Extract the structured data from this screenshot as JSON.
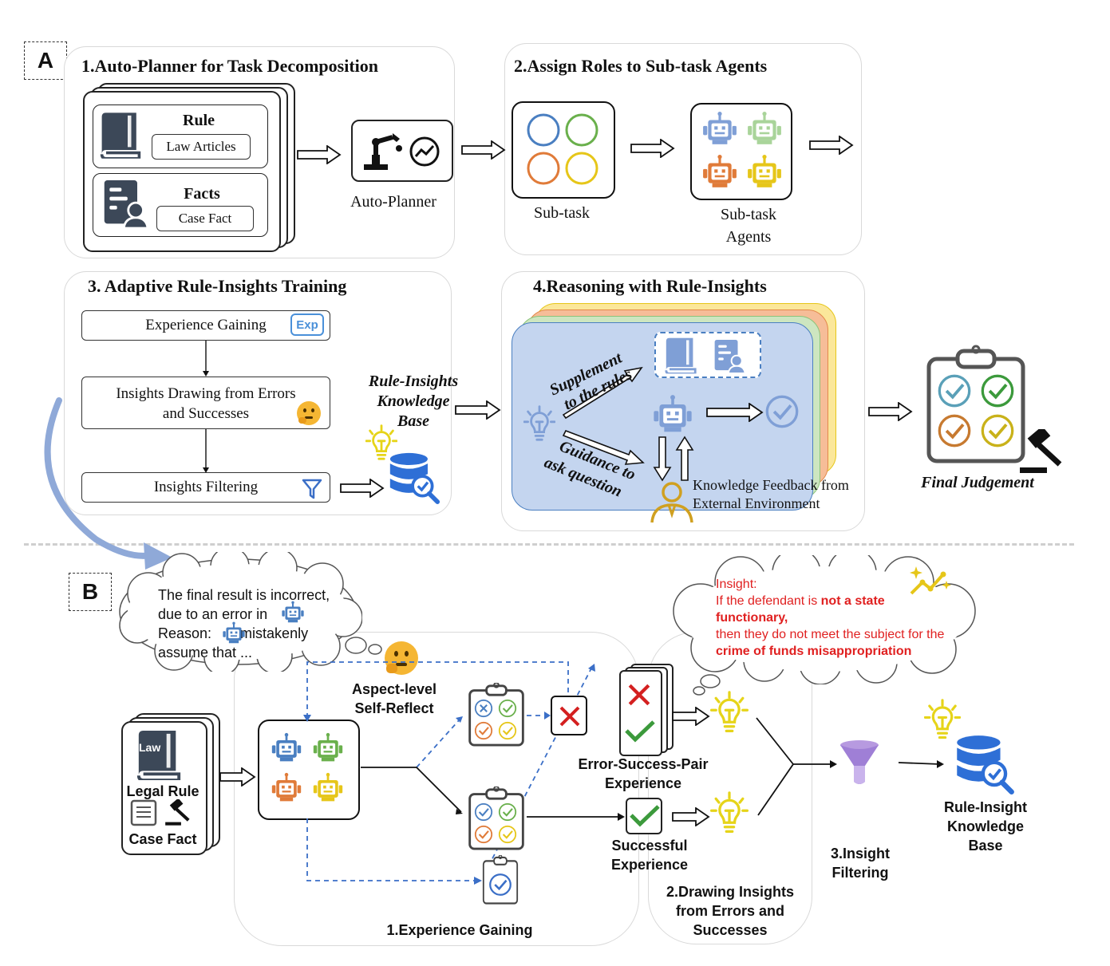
{
  "panel_labels": {
    "a": "A",
    "b": "B"
  },
  "a": {
    "step1": {
      "title": "1.Auto-Planner for Task Decomposition",
      "rule_label": "Rule",
      "law_articles": "Law Articles",
      "facts_label": "Facts",
      "case_fact": "Case Fact",
      "auto_planner": "Auto-Planner"
    },
    "step2": {
      "title": "2.Assign Roles to Sub-task Agents",
      "subtask": "Sub-task",
      "subtask_agents_line1": "Sub-task",
      "subtask_agents_line2": "Agents"
    },
    "step3": {
      "title": "3. Adaptive Rule-Insights Training",
      "experience_gaining": "Experience Gaining",
      "exp_badge": "Exp",
      "insights_drawing_line1": "Insights Drawing from Errors",
      "insights_drawing_line2": "and Successes",
      "insights_filtering": "Insights Filtering",
      "kb_line1": "Rule-Insights",
      "kb_line2": "Knowledge",
      "kb_line3": "Base"
    },
    "step4": {
      "title": "4.Reasoning with Rule-Insights",
      "supplement_line1": "Supplement",
      "supplement_line2": "to the rules",
      "guidance_line1": "Guidance to",
      "guidance_line2": "ask question",
      "feedback_line1": "Knowledge Feedback from",
      "feedback_line2": "External Environment"
    },
    "final_judgement": "Final Judgement"
  },
  "b": {
    "thought_line1": "The final result is incorrect,",
    "thought_line2": "due to an error in",
    "thought_line3_pre": "Reason:",
    "thought_line3_post": "mistakenly",
    "thought_line4": "assume that ...",
    "insight_title": "Insight:",
    "insight_l1_pre": "If the defendant is ",
    "insight_l1_bold": "not a state",
    "insight_l2_bold": "functionary,",
    "insight_l3": "then they do not meet the subject for the",
    "insight_l4_bold": "crime of funds misappropriation",
    "aspect_line1": "Aspect-level",
    "aspect_line2": "Self-Reflect",
    "law_badge": "Law",
    "legal_rule": "Legal Rule",
    "case_fact": "Case Fact",
    "esp_line1": "Error-Success-Pair",
    "esp_line2": "Experience",
    "successful_line1": "Successful",
    "successful_line2": "Experience",
    "experience_gaining": "1.Experience Gaining",
    "drawing_line1": "2.Drawing Insights",
    "drawing_line2": "from Errors and",
    "drawing_line3": "Successes",
    "filtering_line1": "3.Insight",
    "filtering_line2": "Filtering",
    "kb_line1": "Rule-Insight",
    "kb_line2": "Knowledge",
    "kb_line3": "Base"
  },
  "colors": {
    "blue": "#4a7fc1",
    "green": "#6ab04c",
    "orange": "#e07b39",
    "yellow": "#e6c619",
    "navy": "#3c4858",
    "insight_red": "#e02020",
    "arc_blue": "#8fa9d8",
    "card_blue": "#c4d5ef"
  },
  "icons": [
    "book-icon",
    "contact-card-icon",
    "robot-arm-icon",
    "chart-circle-icon",
    "robot-icon",
    "circle-icon",
    "clipboard-icon",
    "check-circle-icon",
    "cross-icon",
    "lightbulb-icon",
    "database-search-icon",
    "filter-icon",
    "funnel-icon",
    "gavel-icon",
    "person-icon",
    "thinking-emoji-icon",
    "sparkle-icon",
    "document-icon"
  ]
}
